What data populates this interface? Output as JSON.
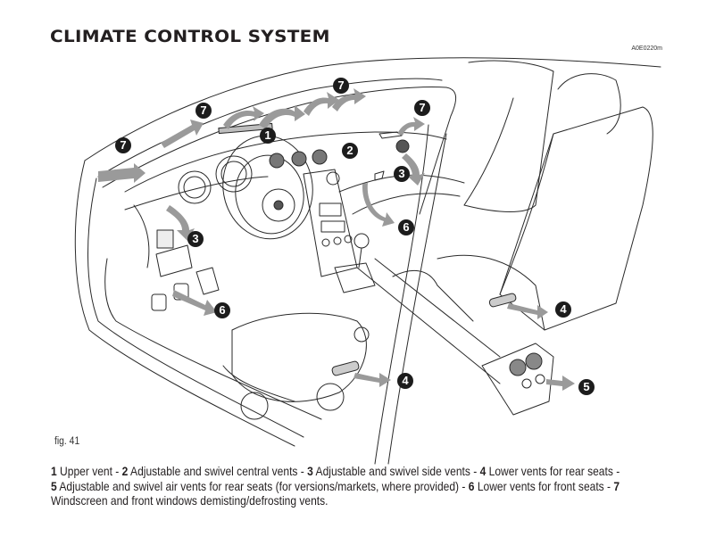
{
  "page": {
    "title": "CLIMATE CONTROL SYSTEM",
    "image_code": "A0E0220m"
  },
  "figure": {
    "label": "fig. 41",
    "subject": "car-interior-vent-diagram",
    "arrow_color": "#9a9a9a",
    "line_color": "#2a2a2a",
    "callouts": [
      {
        "number": "7",
        "name": "callout-7-left-window"
      },
      {
        "number": "7",
        "name": "callout-7-windscreen-left"
      },
      {
        "number": "7",
        "name": "callout-7-windscreen-center"
      },
      {
        "number": "7",
        "name": "callout-7-right-window"
      },
      {
        "number": "1",
        "name": "callout-1-upper-vent"
      },
      {
        "number": "2",
        "name": "callout-2-central-vents"
      },
      {
        "number": "3",
        "name": "callout-3-left-side-vent"
      },
      {
        "number": "3",
        "name": "callout-3-right-side-vent"
      },
      {
        "number": "6",
        "name": "callout-6-left-footwell"
      },
      {
        "number": "6",
        "name": "callout-6-right-footwell"
      },
      {
        "number": "4",
        "name": "callout-4-rear-lower-left"
      },
      {
        "number": "4",
        "name": "callout-4-rear-lower-right"
      },
      {
        "number": "5",
        "name": "callout-5-rear-console-vents"
      }
    ]
  },
  "caption": {
    "items": [
      {
        "number": "1",
        "text": "Upper vent"
      },
      {
        "number": "2",
        "text": "Adjustable and swivel central vents"
      },
      {
        "number": "3",
        "text": "Adjustable and swivel side vents"
      },
      {
        "number": "4",
        "text": "Lower vents for rear seats"
      },
      {
        "number": "5",
        "text": "Adjustable and swivel air vents for rear seats (for versions/markets, where provided)"
      },
      {
        "number": "6",
        "text": "Lower vents for front seats"
      },
      {
        "number": "7",
        "text": "Windscreen and front windows demisting/defrosting vents."
      }
    ],
    "separator": " - "
  }
}
